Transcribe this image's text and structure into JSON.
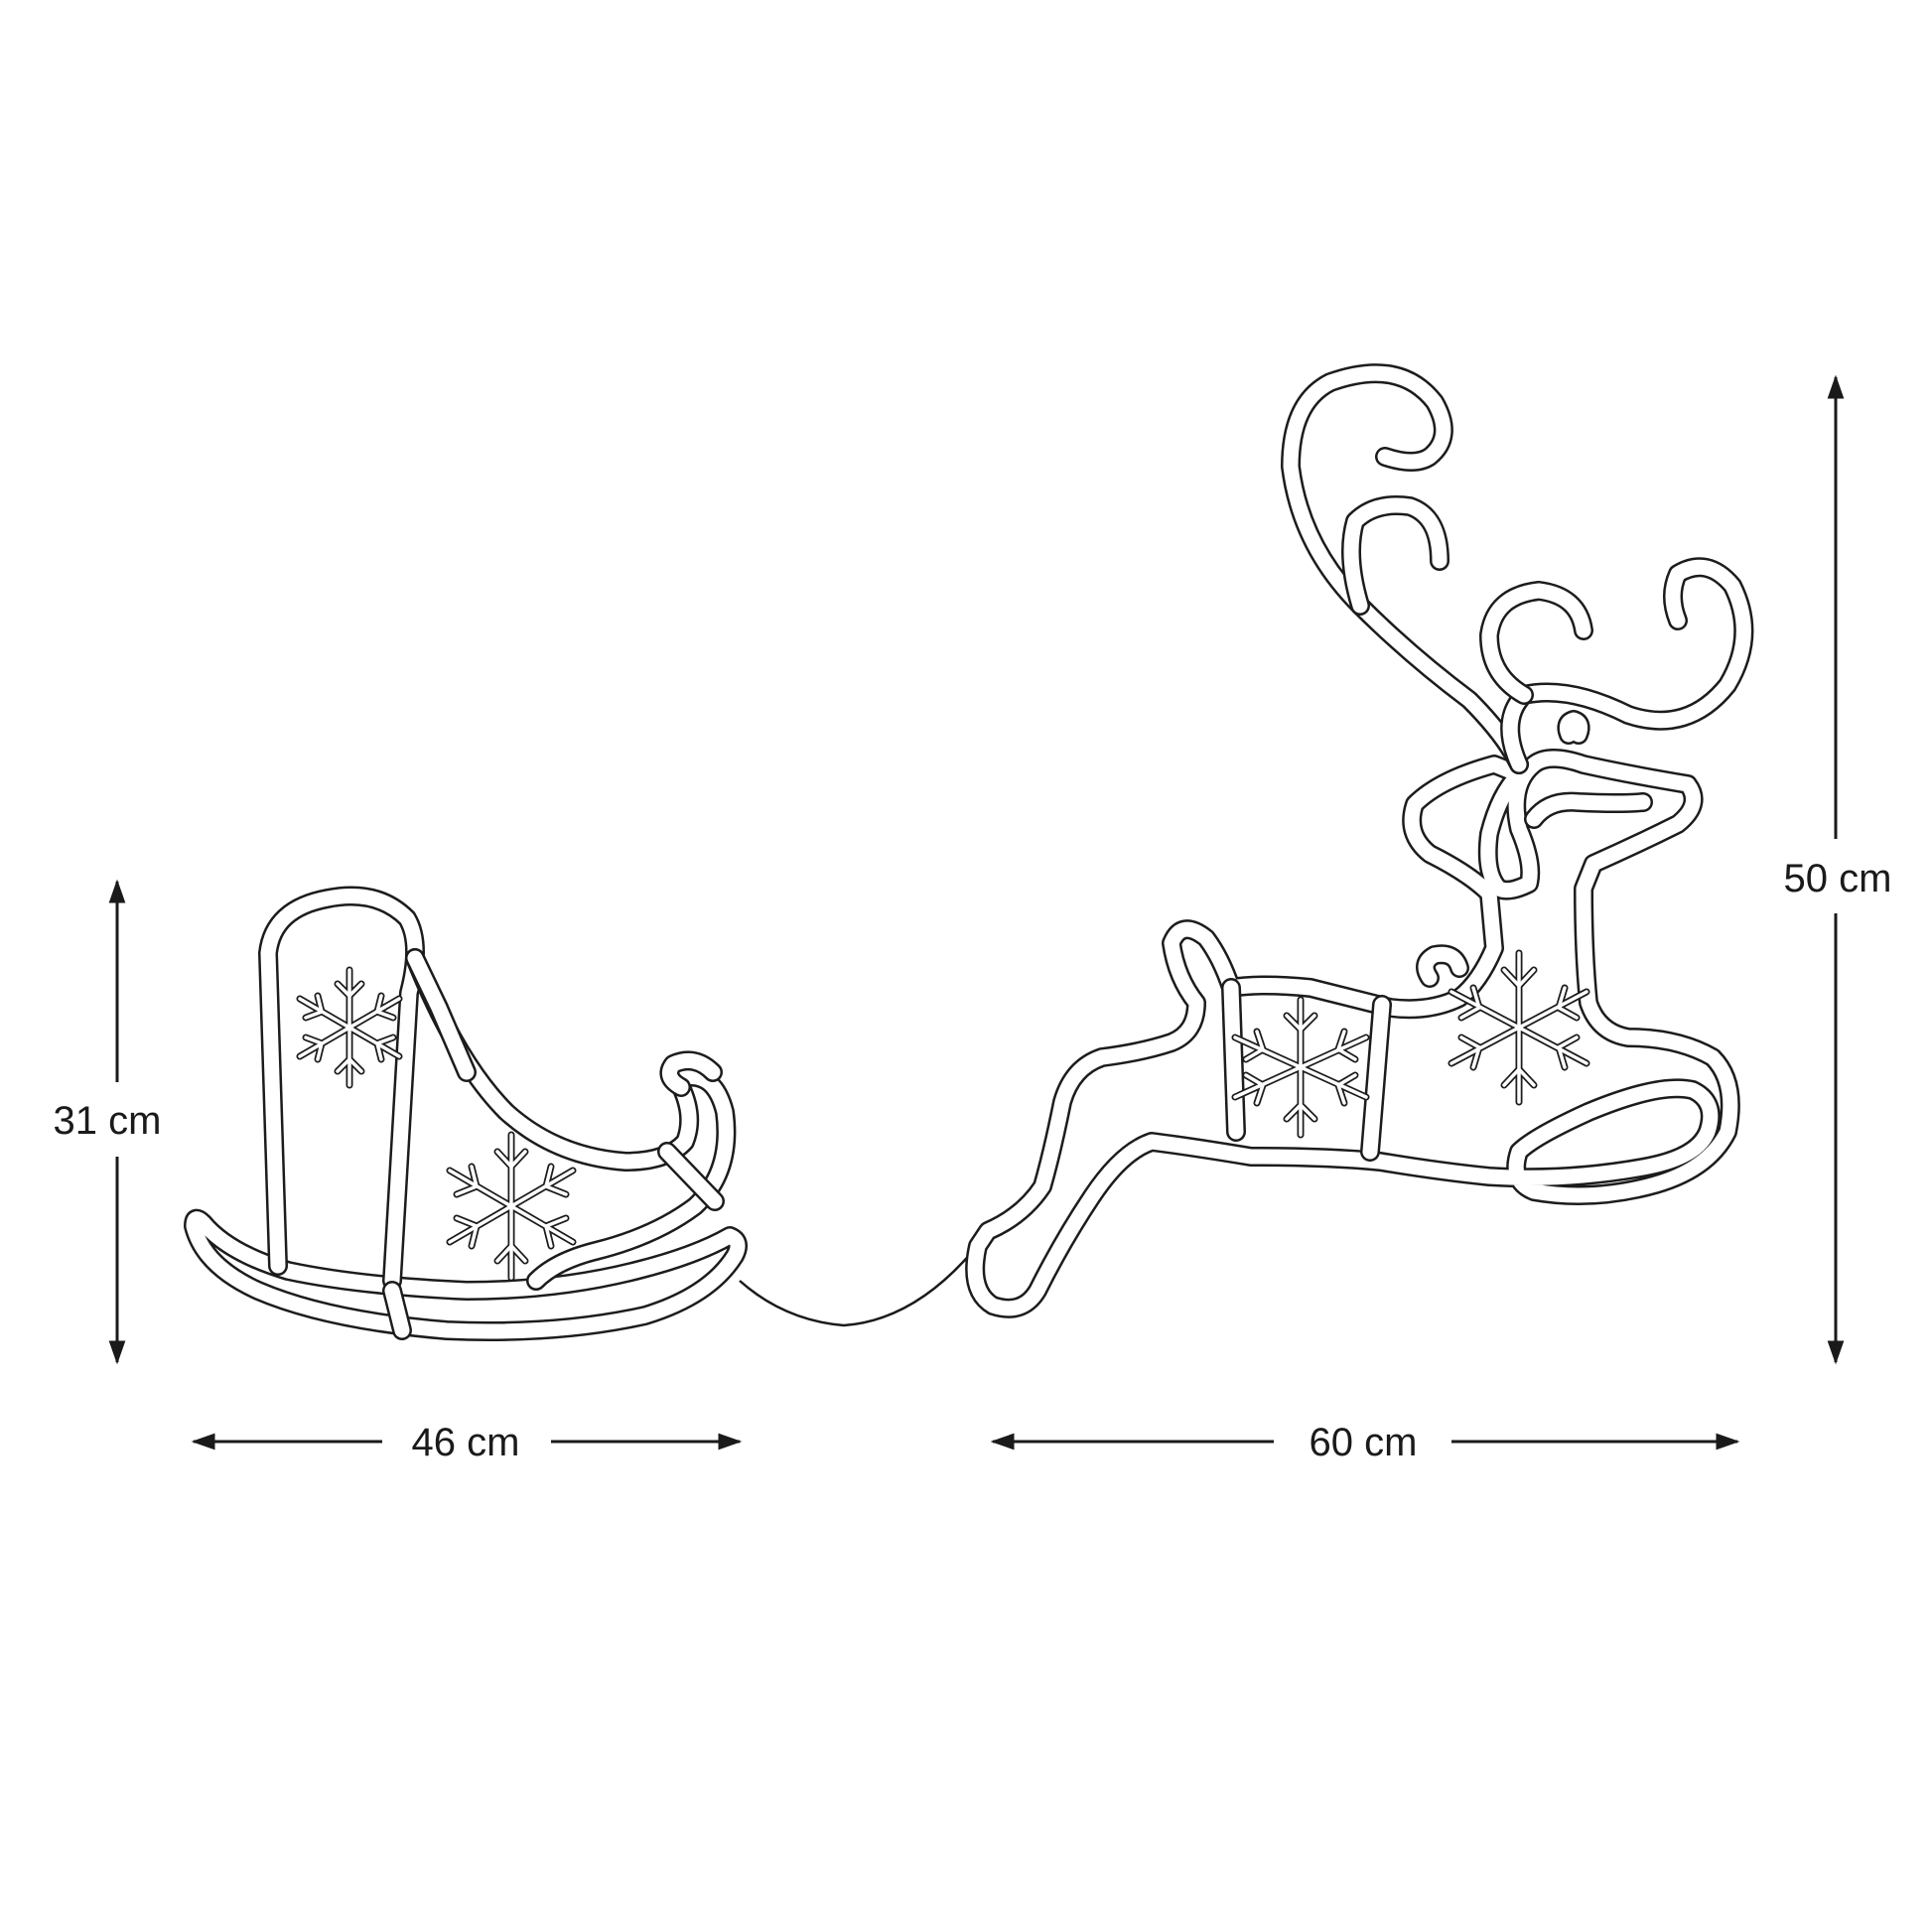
{
  "figure": {
    "subject": "Sleigh and reindeer rope-light silhouette",
    "colors": {
      "line": "#1c1c1c",
      "background": "#ffffff"
    }
  },
  "dimensions": {
    "sleigh_height": "31 cm",
    "sleigh_width": "46 cm",
    "reindeer_width": "60 cm",
    "reindeer_height": "50 cm"
  }
}
